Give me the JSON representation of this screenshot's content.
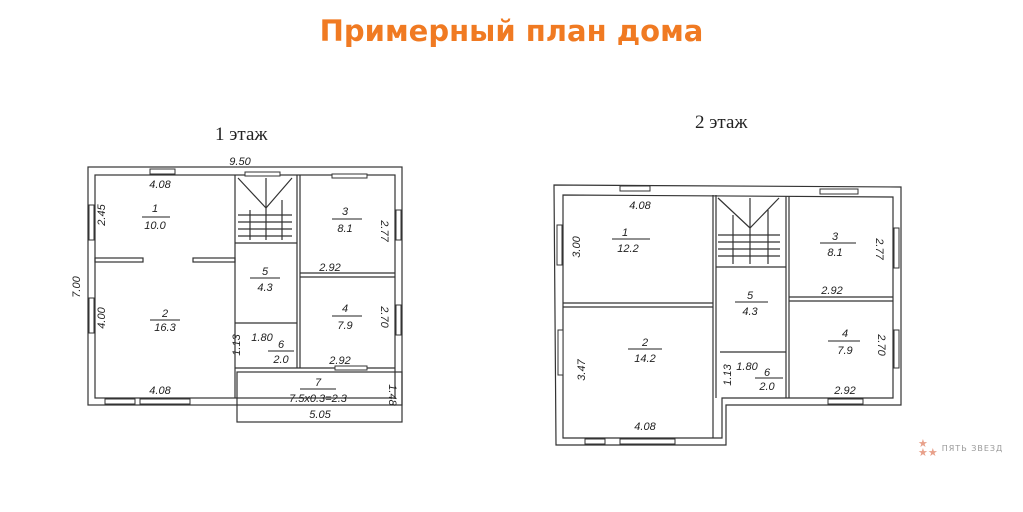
{
  "title": "Примерный план дома",
  "floor1": {
    "label": "1 этаж",
    "dims": {
      "total_width": "9.50",
      "total_depth": "7.00",
      "top_left": "4.08",
      "left_upper": "2.45",
      "left_lower": "4.00",
      "bottom_left": "4.08",
      "r3_right": "2.77",
      "r3_bottom": "2.92",
      "r4_right": "2.70",
      "r4_bottom": "2.92",
      "r6_width": "1.80",
      "r6_depth": "1.13",
      "porch_depth": "1.48",
      "porch_width": "5.05"
    },
    "rooms": [
      {
        "num": "1",
        "area": "10.0"
      },
      {
        "num": "2",
        "area": "16.3"
      },
      {
        "num": "3",
        "area": "8.1"
      },
      {
        "num": "4",
        "area": "7.9"
      },
      {
        "num": "5",
        "area": "4.3"
      },
      {
        "num": "6",
        "area": "2.0"
      },
      {
        "num": "7",
        "area": "7.5x0.3=2.3"
      }
    ]
  },
  "floor2": {
    "label": "2 этаж",
    "dims": {
      "top_left": "4.08",
      "left_upper": "3.00",
      "left_lower": "3.47",
      "bottom_left": "4.08",
      "r3_right": "2.77",
      "r3_bottom": "2.92",
      "r4_right": "2.70",
      "r4_bottom": "2.92",
      "r6_width": "1.80",
      "r6_depth": "1.13"
    },
    "rooms": [
      {
        "num": "1",
        "area": "12.2"
      },
      {
        "num": "2",
        "area": "14.2"
      },
      {
        "num": "3",
        "area": "8.1"
      },
      {
        "num": "4",
        "area": "7.9"
      },
      {
        "num": "5",
        "area": "4.3"
      },
      {
        "num": "6",
        "area": "2.0"
      }
    ]
  },
  "logo": {
    "text": "ПЯТЬ ЗВЕЗД",
    "color": "#e8a08a"
  },
  "colors": {
    "title": "#f07a22",
    "lines": "#333333"
  }
}
